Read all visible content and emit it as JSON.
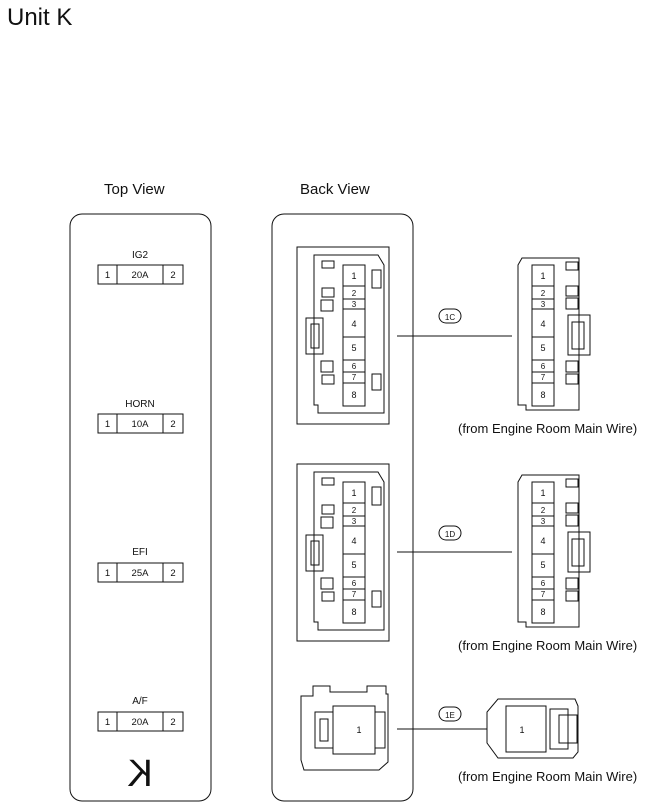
{
  "title": "Unit K",
  "views": {
    "top": "Top View",
    "back": "Back View"
  },
  "fuses": [
    {
      "name": "IG2",
      "left_pin": "1",
      "rating": "20A",
      "right_pin": "2"
    },
    {
      "name": "HORN",
      "left_pin": "1",
      "rating": "10A",
      "right_pin": "2"
    },
    {
      "name": "EFI",
      "left_pin": "1",
      "rating": "25A",
      "right_pin": "2"
    },
    {
      "name": "A/F",
      "left_pin": "1",
      "rating": "20A",
      "right_pin": "2"
    }
  ],
  "unit_letter": "K",
  "connectors": [
    {
      "id": "1C",
      "source": "(from Engine Room Main Wire)",
      "pins": [
        "1",
        "2",
        "3",
        "4",
        "5",
        "6",
        "7",
        "8"
      ]
    },
    {
      "id": "1D",
      "source": "(from Engine Room Main Wire)",
      "pins": [
        "1",
        "2",
        "3",
        "4",
        "5",
        "6",
        "7",
        "8"
      ]
    },
    {
      "id": "1E",
      "source": "(from Engine Room Main Wire)",
      "pins": [
        "1"
      ]
    }
  ]
}
